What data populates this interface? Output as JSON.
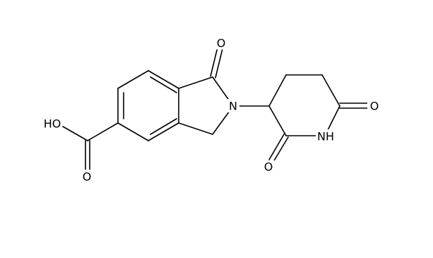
{
  "molecule": {
    "labels": {
      "carbonyl_o_top": "O",
      "ring_n": "N",
      "imide_o_right": "O",
      "imide_nh": "NH",
      "imide_o_bottom": "O",
      "acid_oh": "HO",
      "acid_o": "O"
    }
  }
}
